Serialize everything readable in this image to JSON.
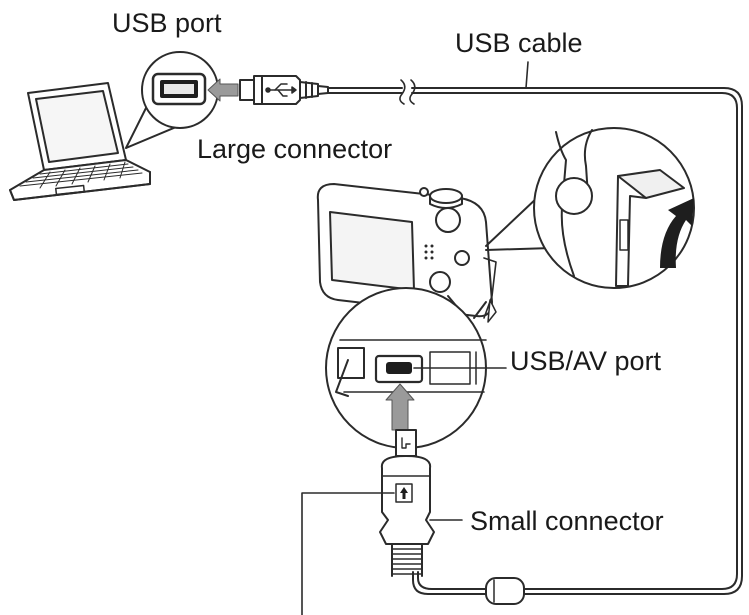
{
  "labels": {
    "usb_port": "USB port",
    "usb_cable": "USB cable",
    "large_connector": "Large connector",
    "usb_av_port": "USB/AV port",
    "small_connector": "Small connector"
  },
  "colors": {
    "line": "#2b2b2b",
    "background": "#ffffff",
    "arrow_fill": "#9a9a9a",
    "panel_fill": "#f3f3f3"
  },
  "icons": [
    "laptop-icon",
    "camera-icon",
    "usb-symbol-icon",
    "up-arrow-icon",
    "ferrite-core-icon"
  ]
}
